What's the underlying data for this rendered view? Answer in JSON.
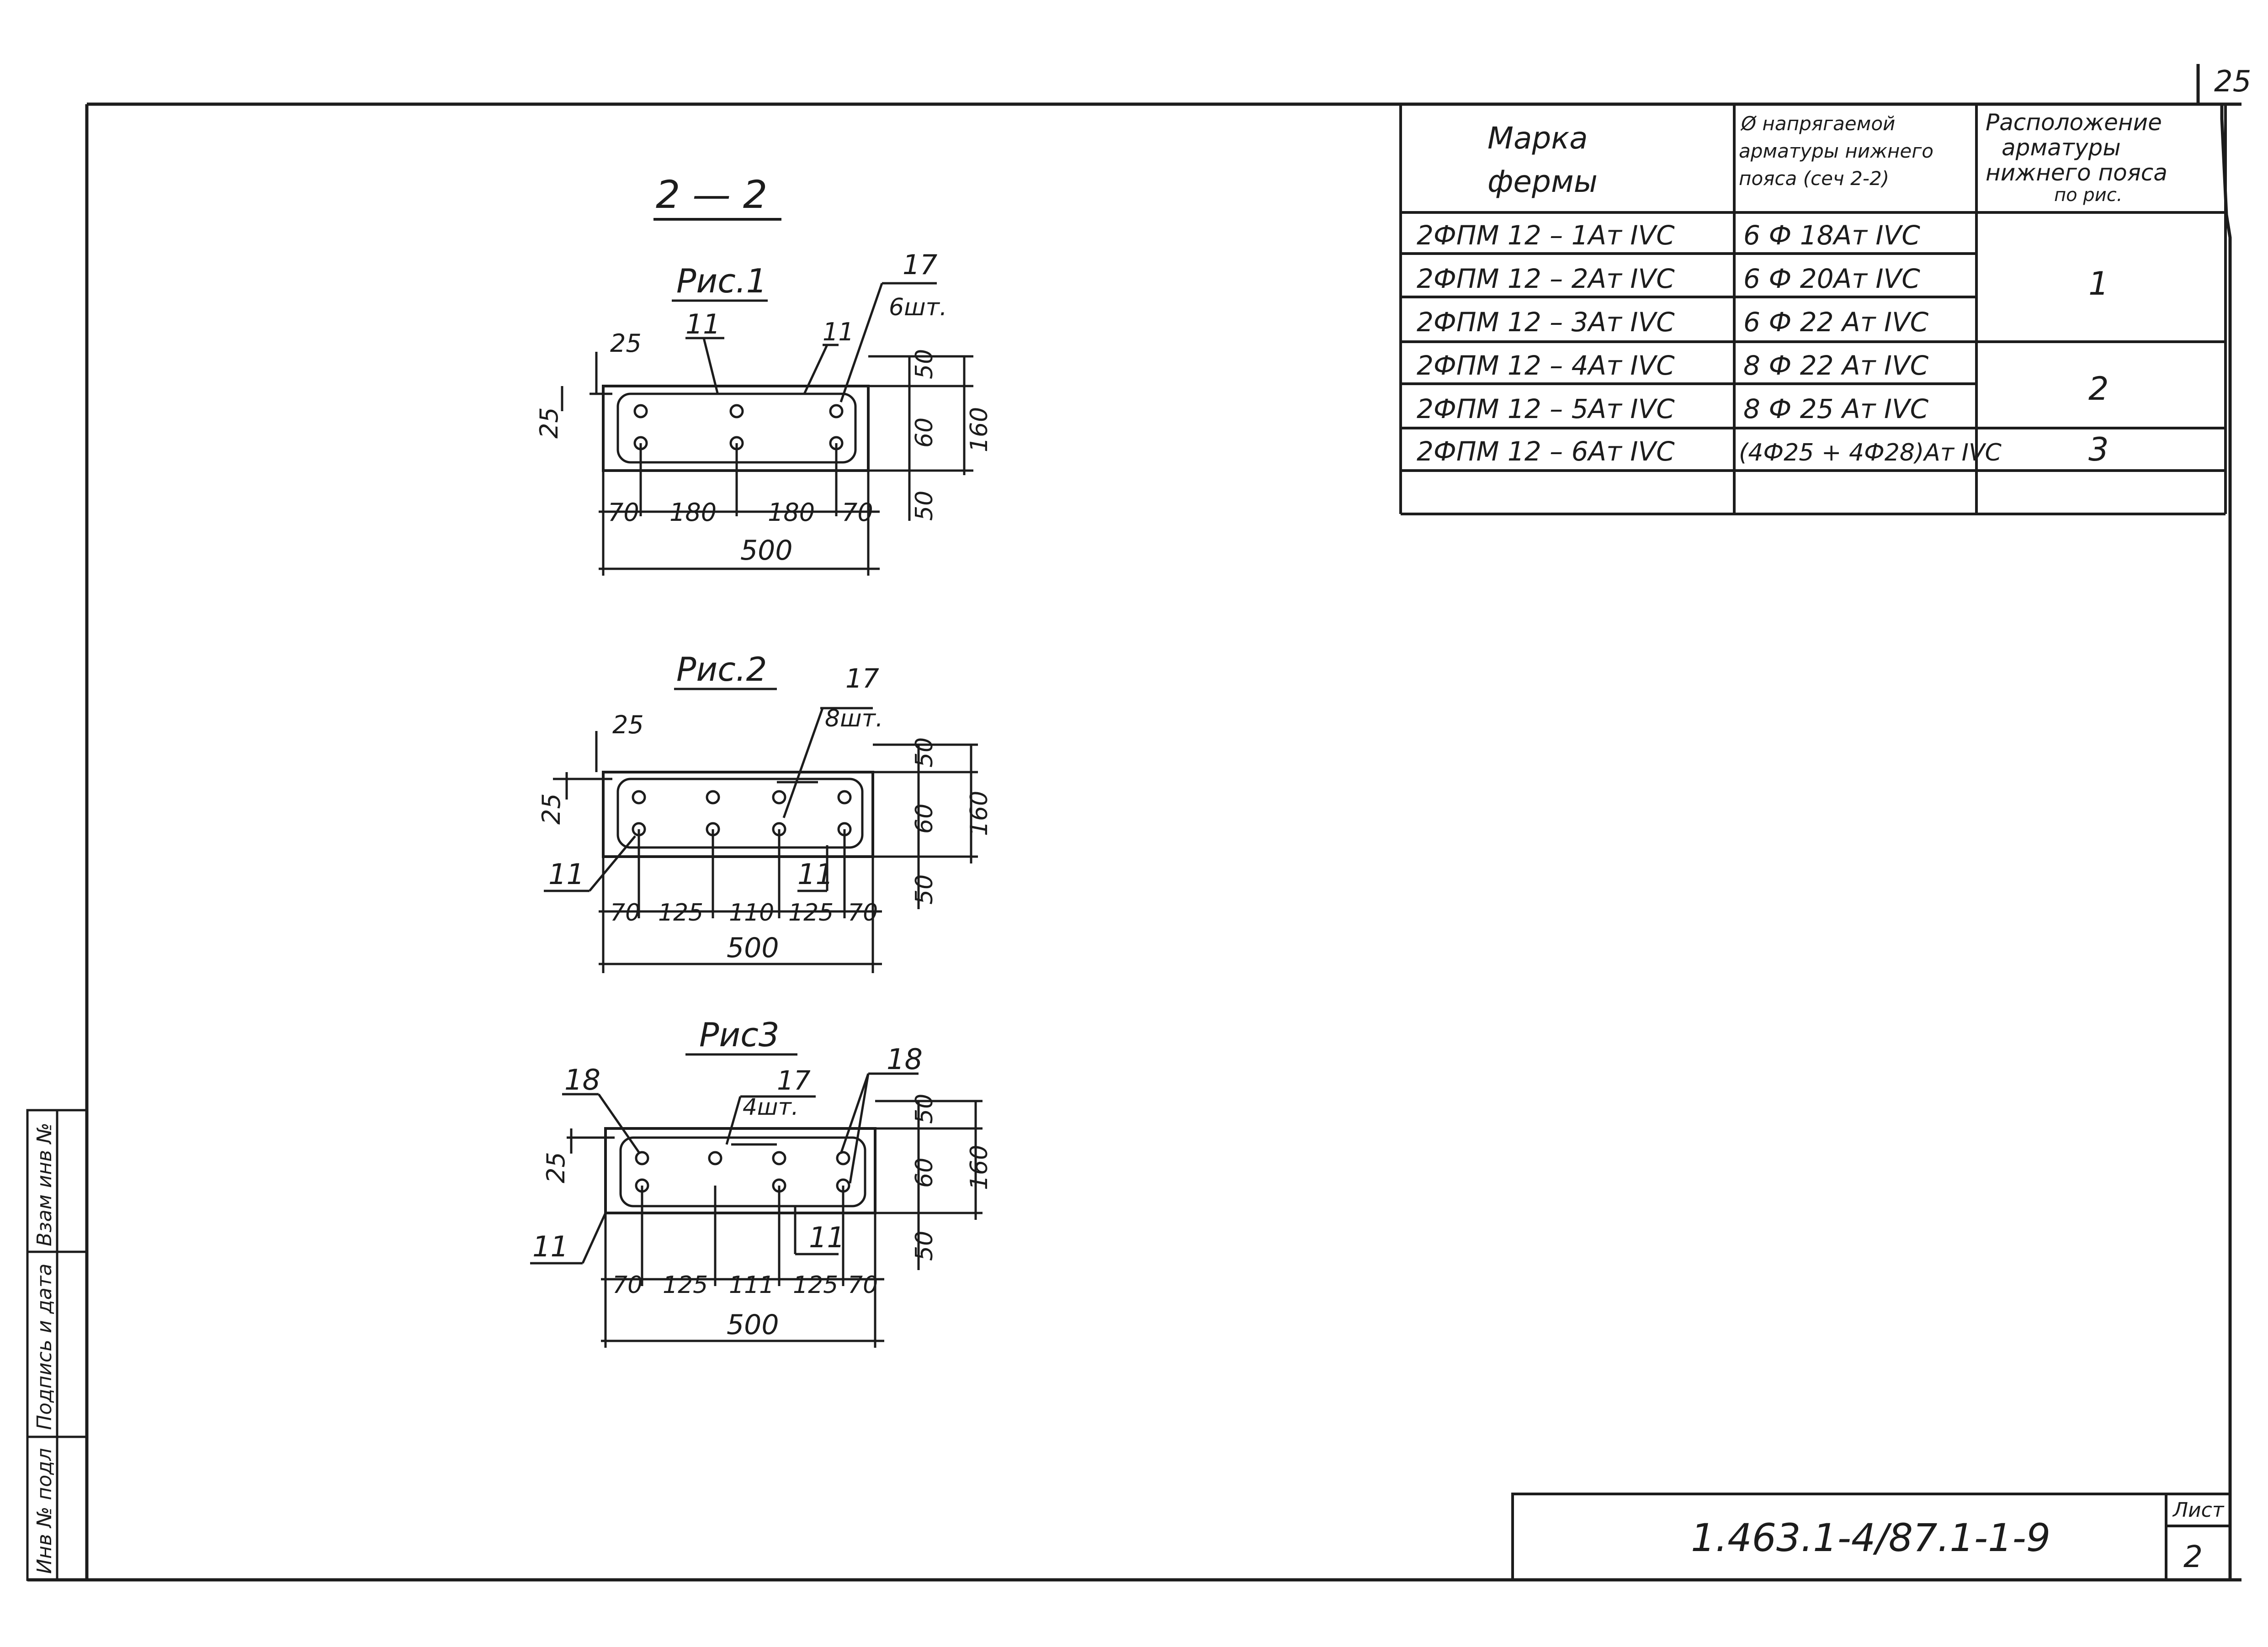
{
  "sheet": {
    "corner_number": "25",
    "section_title": "2 — 2",
    "stamp_code": "1.463.1-4/87.1-1-9",
    "sheet_label": "Лист",
    "sheet_number": "2"
  },
  "side_strip": {
    "inv_no": "Инв № подл",
    "signature_date": "Подпись и дата",
    "replace_inv": "Взам инв №"
  },
  "table": {
    "headers": {
      "mark": [
        "Марка",
        "фермы"
      ],
      "rebar": [
        "Ø напрягаемой",
        "арматуры нижнего",
        "пояса (сеч 2-2)"
      ],
      "layout": [
        "Расположение",
        "арматуры",
        "нижнего пояса",
        "по рис."
      ]
    },
    "rows": [
      {
        "mark": "2ФПМ 12 – 1Ат IVС",
        "rebar": "6 Ф 18Ат IVС"
      },
      {
        "mark": "2ФПМ 12 – 2Ат IVС",
        "rebar": "6 Ф 20Ат IVС"
      },
      {
        "mark": "2ФПМ 12 – 3Ат IVС",
        "rebar": "6 Ф 22 Ат IVС"
      },
      {
        "mark": "2ФПМ 12 – 4Ат IVС",
        "rebar": "8 Ф 22 Ат IVС"
      },
      {
        "mark": "2ФПМ 12 – 5Ат IVС",
        "rebar": "8 Ф 25 Ат IVС"
      },
      {
        "mark": "2ФПМ 12 – 6Ат IVС",
        "rebar": "(4Ф25 + 4Ф28)Ат IVС"
      }
    ],
    "layout_refs": [
      "1",
      "2",
      "3"
    ]
  },
  "fig1": {
    "title": "Рис.1",
    "callout_17": "17",
    "qty": "6шт.",
    "callout_11a": "11",
    "callout_11b": "11",
    "dim_25_top": "25",
    "dim_25_left": "25",
    "dim_50_top": "50",
    "dim_60": "60",
    "dim_160": "160",
    "dim_50_bottom": "50",
    "dims_bottom": [
      "70",
      "180",
      "180",
      "70"
    ],
    "dim_total": "500"
  },
  "fig2": {
    "title": "Рис.2",
    "callout_17": "17",
    "qty": "8шт.",
    "callout_11_left": "11",
    "callout_11_right": "11",
    "dim_25_top": "25",
    "dim_25_left": "25",
    "dim_50_top": "50",
    "dim_60": "60",
    "dim_160": "160",
    "dim_50_bottom": "50",
    "dims_bottom": [
      "70",
      "125",
      "110",
      "125",
      "70"
    ],
    "dim_total": "500"
  },
  "fig3": {
    "title": "Рис3",
    "callout_17": "17",
    "qty": "4шт.",
    "callout_18_left": "18",
    "callout_18_right": "18",
    "callout_11_left": "11",
    "callout_11_right": "11",
    "dim_25_left": "25",
    "dim_50_top": "50",
    "dim_60": "60",
    "dim_160": "160",
    "dim_50_bottom": "50",
    "dims_bottom": [
      "70",
      "125",
      "111",
      "125",
      "70"
    ],
    "dim_total": "500"
  }
}
